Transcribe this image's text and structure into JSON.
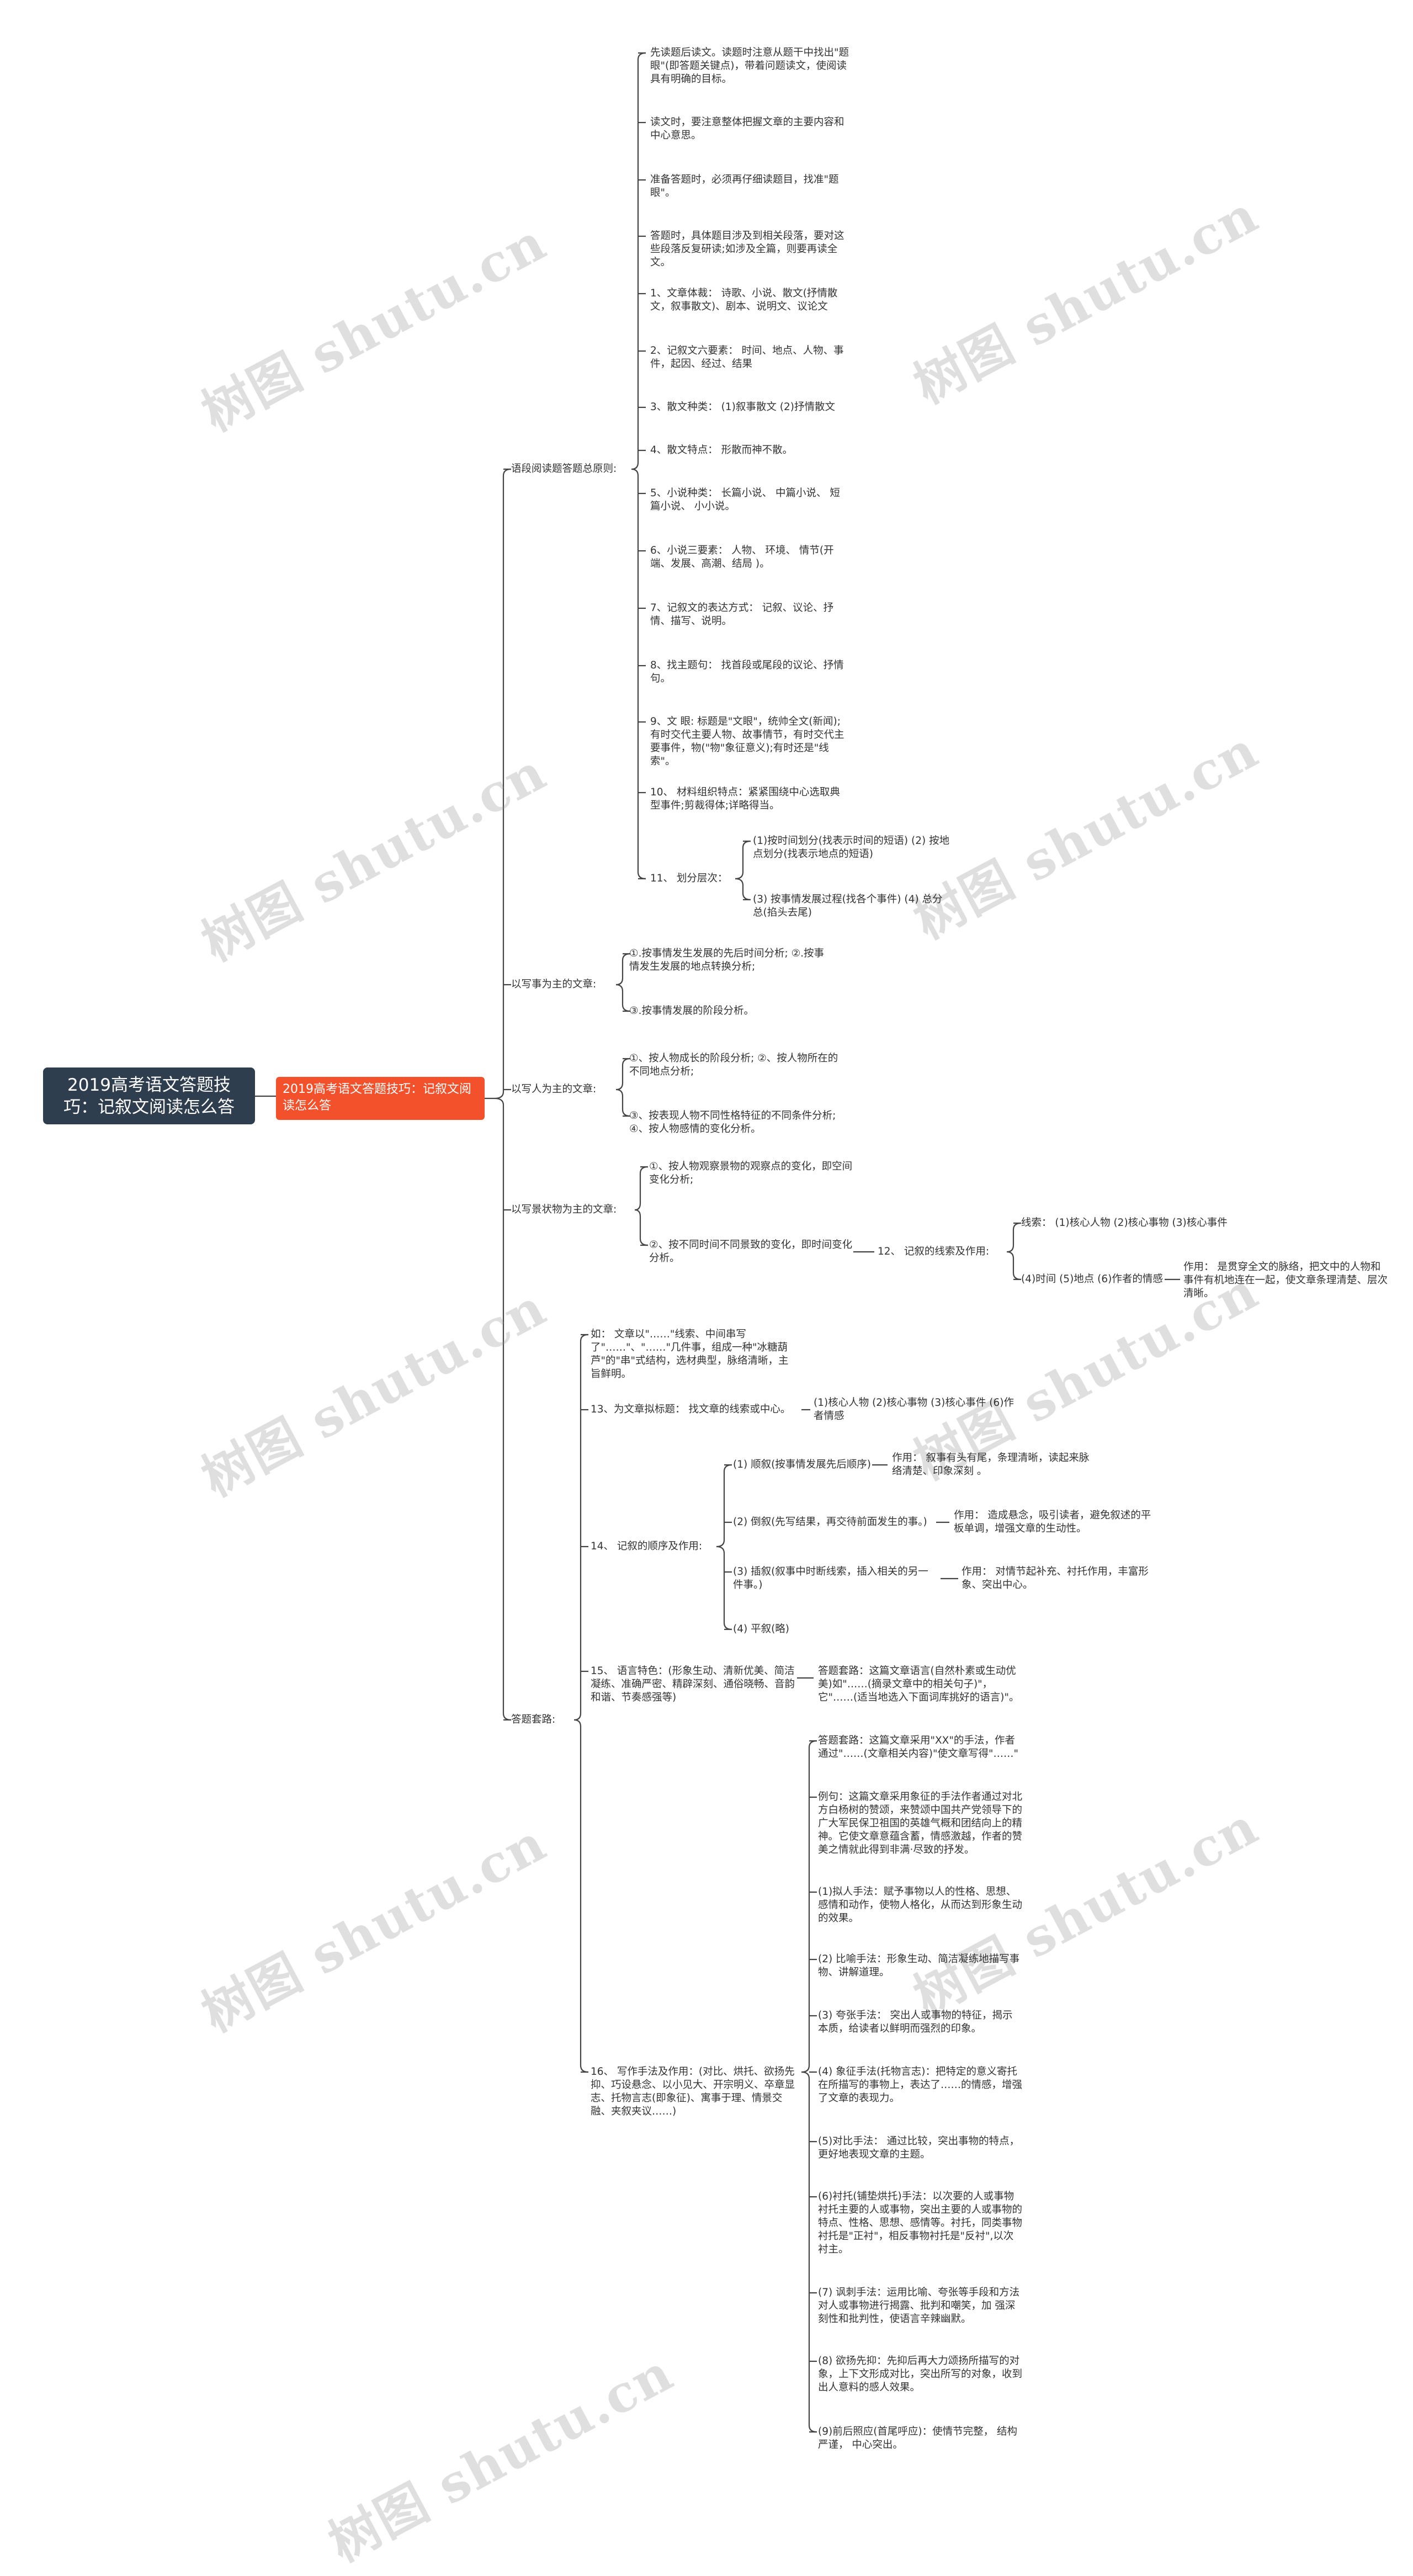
{
  "root": "2019高考语文答题技巧：记叙文阅读怎么答",
  "sub": "2019高考语文答题技巧：记叙文阅读怎么答",
  "watermark": "树图 shutu.cn",
  "b1": {
    "label": "语段阅读题答题总原则:",
    "items": [
      "先读题后读文。读题时注意从题干中找出\"题眼\"(即答题关键点)，带着问题读文，使阅读具有明确的目标。",
      "读文时，要注意整体把握文章的主要内容和中心意思。",
      "准备答题时，必须再仔细读题目，找准\"题眼\"。",
      "答题时，具体题目涉及到相关段落，要对这些段落反复研读;如涉及全篇，则要再读全文。",
      "1、文章体裁：  诗歌、小说、散文(抒情散文，叙事散文)、剧本、说明文、议论文",
      "2、记叙文六要素：  时间、地点、人物、事件，起因、经过、结果",
      "3、散文种类：  (1)叙事散文 (2)抒情散文",
      "4、散文特点：  形散而神不散。",
      "5、小说种类：  长篇小说、  中篇小说、  短篇小说、  小小说。",
      "6、小说三要素：  人物、  环境、  情节(开端、发展、高潮、结局 )。",
      "7、记叙文的表达方式：  记叙、议论、抒情、描写、说明。",
      "8、找主题句：  找首段或尾段的议论、抒情句。",
      "9、文 眼: 标题是\"文眼\"，统帅全文(新闻);有时交代主要人物、故事情节，有时交代主要事件，物(\"物\"象征意义);有时还是\"线索\"。",
      "10、 材料组织特点：紧紧围绕中心选取典型事件;剪裁得体;详略得当。"
    ],
    "b11": {
      "label": "11、  划分层次：",
      "items": [
        "(1)按时间划分(找表示时间的短语) (2) 按地点划分(找表示地点的短语)",
        "(3) 按事情发展过程(找各个事件) (4) 总分总(掐头去尾)"
      ]
    }
  },
  "b2": {
    "label": "以写事为主的文章:",
    "items": [
      "①.按事情发生发展的先后时间分析; ②.按事情发生发展的地点转换分析;",
      "③.按事情发展的阶段分析。"
    ]
  },
  "b3": {
    "label": "以写人为主的文章:",
    "items": [
      "①、按人物成长的阶段分析; ②、按人物所在的不同地点分析;",
      "③、按表现人物不同性格特征的不同条件分析; ④、按人物感情的变化分析。"
    ]
  },
  "b4": {
    "label": "以写景状物为主的文章:",
    "items": [
      "①、按人物观察景物的观察点的变化，即空间变化分析;",
      "②、按不同时间不同景致的变化，即时间变化分析。"
    ],
    "b12": {
      "label": "12、 记叙的线索及作用:",
      "clue": "线索：  (1)核心人物 (2)核心事物 (3)核心事件",
      "clue2": "(4)时间 (5)地点 (6)作者的情感",
      "effect": "作用：  是贯穿全文的脉络，把文中的人物和事件有机地连在一起，使文章条理清楚、层次清晰。"
    }
  },
  "b5": {
    "label": "答题套路:",
    "ex": "如：  文章以\"……\"线索、中间串写了\"……\"、\"……\"几件事，组成一种\"冰糖葫芦\"的\"串\"式结构，选材典型，脉络清晰，主旨鲜明。",
    "b13": {
      "label": "13、为文章拟标题：  找文章的线索或中心。",
      "val": "(1)核心人物 (2)核心事物 (3)核心事件 (6)作者情感"
    },
    "b14": {
      "label": "14、  记叙的顺序及作用:",
      "rows": [
        {
          "k": "(1) 顺叙(按事情发展先后顺序)",
          "v": "作用：  叙事有头有尾，条理清晰，读起来脉络清楚、印象深刻 。"
        },
        {
          "k": "(2) 倒叙(先写结果，再交待前面发生的事。)",
          "v": "作用：  造成悬念，吸引读者，避免叙述的平板单调，增强文章的生动性。"
        },
        {
          "k": "(3) 插叙(叙事中时断线索，插入相关的另一件事。)",
          "v": "作用：  对情节起补充、衬托作用，丰富形象、突出中心。"
        },
        {
          "k": "(4) 平叙(略)",
          "v": ""
        }
      ]
    },
    "b15": {
      "label": "15、  语言特色：(形象生动、清新优美、简洁凝练、准确严密、精辟深刻、通俗晓畅、音韵和谐、节奏感强等)",
      "val": "答题套路：这篇文章语言(自然朴素或生动优美)如\"……(摘录文章中的相关句子)\"，它\"……(适当地选入下面词库挑好的语言)\"。"
    },
    "b16": {
      "label": "16、  写作手法及作用：(对比、烘托、欲扬先抑、巧设悬念、以小见大、开宗明义、卒章显志、托物言志(即象征)、寓事于理、情景交融、夹叙夹议……)",
      "items": [
        "答题套路：这篇文章采用\"XX\"的手法，作者通过\"……(文章相关内容)\"使文章写得\"……\"",
        "例句：这篇文章采用象征的手法作者通过对北方白杨树的赞颂，来赞颂中国共产党领导下的广大军民保卫祖国的英雄气概和团结向上的精神。它使文章意蕴含蓄，情感激越，作者的赞美之情就此得到非满·尽致的抒发。",
        "(1)拟人手法：赋予事物以人的性格、思想、感情和动作，使物人格化，从而达到形象生动的效果。",
        "(2) 比喻手法：形象生动、简洁凝练地描写事物、讲解道理。",
        "(3) 夸张手法：  突出人或事物的特征，揭示本质，给读者以鲜明而强烈的印象。",
        "(4) 象征手法(托物言志)：把特定的意义寄托在所描写的事物上，表达了……的情感，增强了文章的表现力。",
        "(5)对比手法：  通过比较，突出事物的特点，更好地表现文章的主题。",
        "(6)衬托(铺垫烘托)手法：以次要的人或事物衬托主要的人或事物，突出主要的人或事物的特点、性格、思想、感情等。衬托，同类事物衬托是\"正衬\"，相反事物衬托是\"反衬\",以次衬主。",
        "(7) 讽刺手法：运用比喻、夸张等手段和方法对人或事物进行揭露、批判和嘲笑，加 强深刻性和批判性，使语言辛辣幽默。",
        "(8) 欲扬先抑：先抑后再大力颂扬所描写的对象，上下文形成对比，突出所写的对象，收到出人意料的感人效果。",
        "(9)前后照应(首尾呼应)：使情节完整，  结构严谨，  中心突出。"
      ]
    }
  }
}
